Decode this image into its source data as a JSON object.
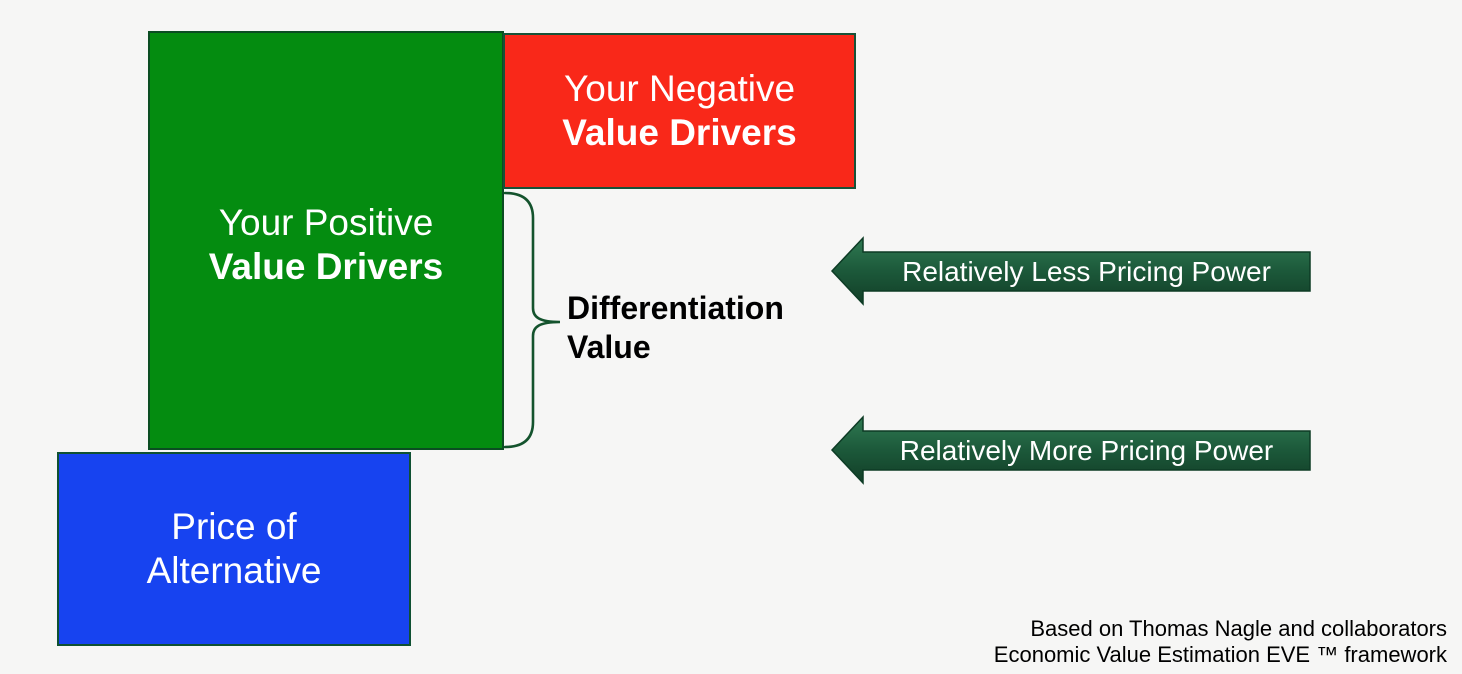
{
  "colors": {
    "background": "#f6f6f5",
    "positive_box_fill": "#048c10",
    "negative_box_fill": "#f92819",
    "price_box_fill": "#1743f0",
    "box_border_dark_green": "#0f5132",
    "brace_stroke": "#14532d",
    "arrow_gradient_top": "#2f7a52",
    "arrow_gradient_bottom": "#123e27",
    "arrow_outline": "#0d3b25",
    "box_text": "#ffffff",
    "label_text": "#000000"
  },
  "boxes": {
    "positive": {
      "line1": "Your Positive",
      "line2": "Value Drivers"
    },
    "negative": {
      "line1": "Your Negative",
      "line2": "Value Drivers"
    },
    "price": {
      "line1": "Price of",
      "line2": "Alternative"
    }
  },
  "differentiation": {
    "line1": "Differentiation",
    "line2": "Value"
  },
  "arrows": [
    {
      "label": "Relatively Less Pricing Power"
    },
    {
      "label": "Relatively More Pricing Power"
    }
  ],
  "attribution": {
    "line1": "Based on Thomas Nagle and collaborators",
    "line2": "Economic Value Estimation EVE ™ framework"
  }
}
